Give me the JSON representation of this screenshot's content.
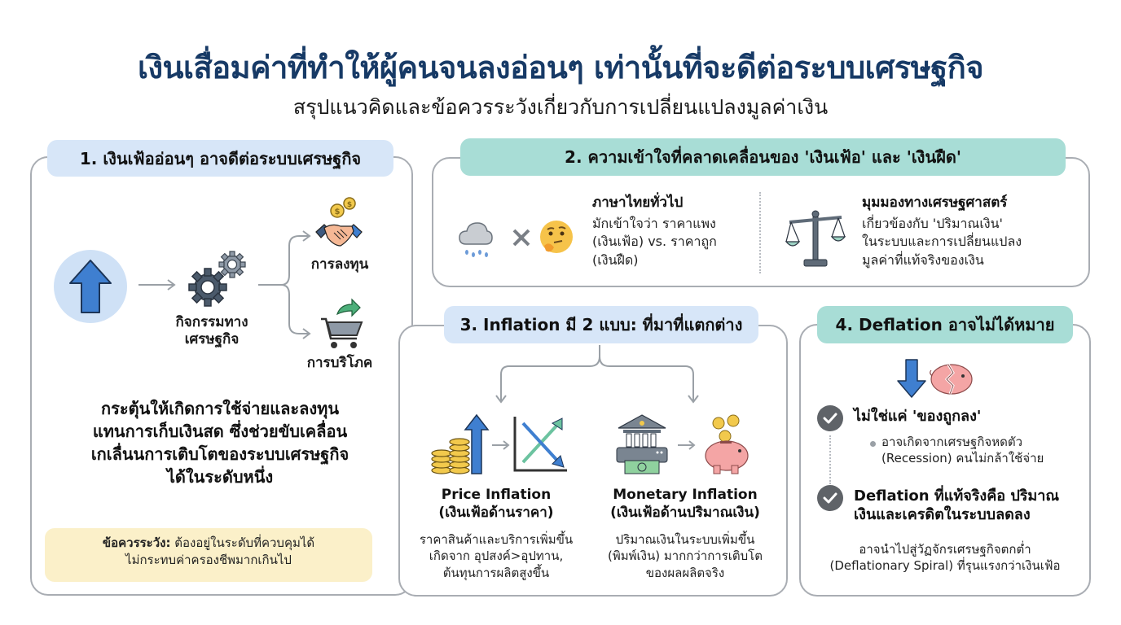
{
  "header": {
    "title": "เงินเสื่อมค่าที่ทำให้ผู้คนจนลงอ่อนๆ เท่านั้นที่จะดีต่อระบบเศรษฐกิจ",
    "subtitle": "สรุปแนวคิดและข้อควรระวังเกี่ยวกับการเปลี่ยนแปลงมูลค่าเงิน"
  },
  "colors": {
    "title": "#173a66",
    "pill_blue": "#d7e6f8",
    "pill_teal": "#a8ddd6",
    "caution_bg": "#fbf0c9",
    "border": "#a9adb3",
    "arrow_blue": "#3f7fd0"
  },
  "section1": {
    "title": "1. เงินเฟ้ออ่อนๆ อาจดีต่อระบบเศรษฐกิจ",
    "icons": [
      "arrow-up-icon",
      "gears-icon",
      "handshake-coins-icon",
      "shopping-cart-icon"
    ],
    "activity_label": "กิจกรรมทาง\nเศรษฐกิจ",
    "activity_line1": "กิจกรรมทาง",
    "activity_line2": "เศรษฐกิจ",
    "investment_label": "การลงทุน",
    "consumption_label": "การบริโภค",
    "main_text_lines": [
      "กระตุ้นให้เกิดการใช้จ่ายและลงทุน",
      "แทนการเก็บเงินสด ซึ่งช่วยขับเคลื่อน",
      "เกเลื่นนการเติบโตของระบบเศรษฐกิจ",
      "ได้ในระดับหนึ่ง"
    ],
    "caution_label": "ข้อควรระวัง:",
    "caution_text_1": " ต้องอยู่ในระดับที่ควบคุมได้",
    "caution_text_2": "ไม่กระทบค่าครองชีพมากเกินไป"
  },
  "section2": {
    "title": "2. ความเข้าใจที่คลาดเคลื่อนของ 'เงินเฟ้อ' และ 'เงินฝืด'",
    "left": {
      "icons": [
        "rain-cloud-icon",
        "cross-icon",
        "thinking-face-icon"
      ],
      "heading": "ภาษาไทยทั่วไป",
      "lines": [
        "มักเข้าใจว่า ราคาแพง",
        "(เงินเฟ้อ) vs. ราคาถูก",
        "(เงินฝืด)"
      ]
    },
    "right": {
      "icons": [
        "balance-scale-icon"
      ],
      "heading": "มุมมองทางเศรษฐศาสตร์",
      "lines": [
        "เกี่ยวข้องกับ 'ปริมาณเงิน'",
        "ในระบบและการเปลี่ยนแปลง",
        "มูลค่าที่แท้จริงของเงิน"
      ]
    }
  },
  "section3": {
    "title": "3. Inflation มี 2 แบบ: ที่มาที่แตกต่าง",
    "types": [
      {
        "icons": [
          "coins-arrow-up-icon",
          "supply-demand-chart-icon"
        ],
        "heading_en": "Price Inflation",
        "heading_th": "(เงินเฟ้อด้านราคา)",
        "lines": [
          "ราคาสินค้าและบริการเพิ่มขึ้น",
          "เกิดจาก อุปสงค์>อุปทาน,",
          "ต้นทุนการผลิตสูงขึ้น"
        ]
      },
      {
        "icons": [
          "bank-printing-money-icon",
          "piggy-bank-icon"
        ],
        "heading_en": "Monetary Inflation",
        "heading_th": "(เงินเฟ้อด้านปริมาณเงิน)",
        "lines": [
          "ปริมาณเงินในระบบเพิ่มขึ้น",
          "(พิมพ์เงิน) มากกว่าการเติบโต",
          "ของผลผลิตจริง"
        ]
      }
    ]
  },
  "section4": {
    "title": "4. Deflation อาจไม่ได้หมาย",
    "icons": [
      "arrow-down-icon",
      "broken-piggy-bank-icon"
    ],
    "point1": {
      "heading": "ไม่ใช่แค่ 'ของถูกลง'",
      "bullet_lines": [
        "อาจเกิดจากเศรษฐกิจหดตัว",
        "(Recession) คนไม่กล้าใช้จ่าย"
      ]
    },
    "point2": {
      "heading_lines": [
        "Deflation ที่แท้จริงคือ ปริมาณ",
        "เงินและเครดิตในระบบลดลง"
      ]
    },
    "footer_lines": [
      "อาจนำไปสู่วัฏจักรเศรษฐกิจตกต่ำ",
      "(Deflationary Spiral) ที่รุนแรงกว่าเงินเฟ้อ"
    ]
  }
}
